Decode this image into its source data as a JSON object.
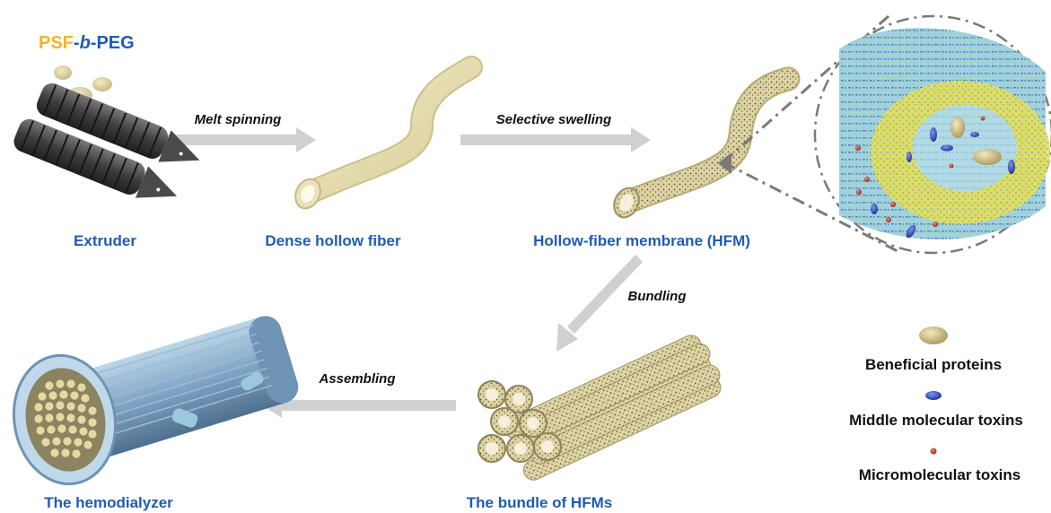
{
  "polymer": {
    "part1": "PSF",
    "dash1": "-",
    "part2": "b",
    "dash2": "-",
    "part3": "PEG"
  },
  "labels": {
    "extruder": "Extruder",
    "dense_fiber": "Dense hollow fiber",
    "hfm": "Hollow-fiber membrane (HFM)",
    "bundle": "The bundle of HFMs",
    "hemodialyzer": "The hemodialyzer"
  },
  "steps": {
    "melt_spinning": "Melt spinning",
    "selective_swelling": "Selective swelling",
    "bundling": "Bundling",
    "assembling": "Assembling"
  },
  "legend": {
    "proteins": "Beneficial proteins",
    "middle": "Middle molecular toxins",
    "micro": "Micromolecular toxins"
  },
  "colors": {
    "polymer_yellow": "#f0b528",
    "polymer_blue": "#1f5bb5",
    "fiber": "#e6dfb4",
    "membrane_teal": "#8cc6dc",
    "protein": "#d9c77e",
    "middle_toxin": "#2f4fbf",
    "micro_toxin": "#c0392b",
    "arrow": "#cfd0d2"
  }
}
